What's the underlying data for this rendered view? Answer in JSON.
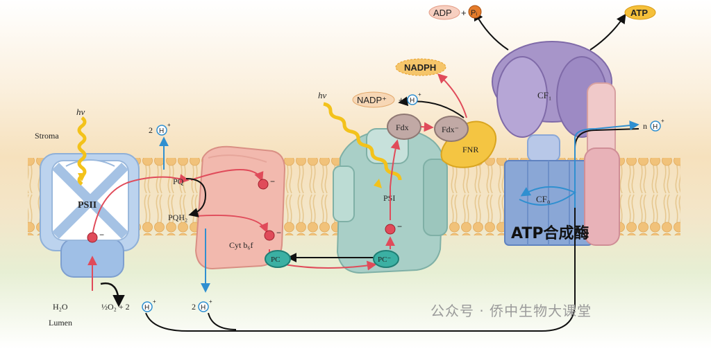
{
  "labels": {
    "stroma": "Stroma",
    "lumen": "Lumen",
    "hv": "hν",
    "psii": "PSII",
    "psi": "PSI",
    "pq": "PQ",
    "pqh2": "PQH₂",
    "cyt": "Cyt b₆f",
    "pc": "PC",
    "pc_minus": "PC⁻",
    "fdx": "Fdx",
    "fdx_minus": "Fdx⁻",
    "fnr": "FNR",
    "nadph": "NADPH",
    "nadp": "NADP⁺",
    "plus": "+",
    "adp": "ADP",
    "pi": "Pᵢ",
    "atp": "ATP",
    "cf1": "CF₁",
    "cf0": "CF₀",
    "atp_synthase": "ATP合成酶",
    "h2o": "H₂O",
    "half_o2": "½O₂ + 2",
    "two": "2",
    "n": "n",
    "h": "H",
    "h_plus": "+",
    "e_minus": "−"
  },
  "watermark": "公众号 · 侨中生物大课堂",
  "colors": {
    "membrane_top": "#f3d9a8",
    "membrane_bottom": "#e9f0d2",
    "lipid_head": "#f1c27a",
    "red_arrow": "#e04b5a",
    "blue_arrow": "#2f8fd0",
    "photon": "#f3c21b",
    "psii_fill": "#bcd3ee",
    "cyt_fill": "#f2b9ae",
    "psi_fill": "#a9cfc7",
    "fnr_fill": "#f4c542",
    "cf1_fill": "#a795c9",
    "cf0_fill": "#8aa7d6",
    "pc_fill": "#3bb0a3"
  }
}
